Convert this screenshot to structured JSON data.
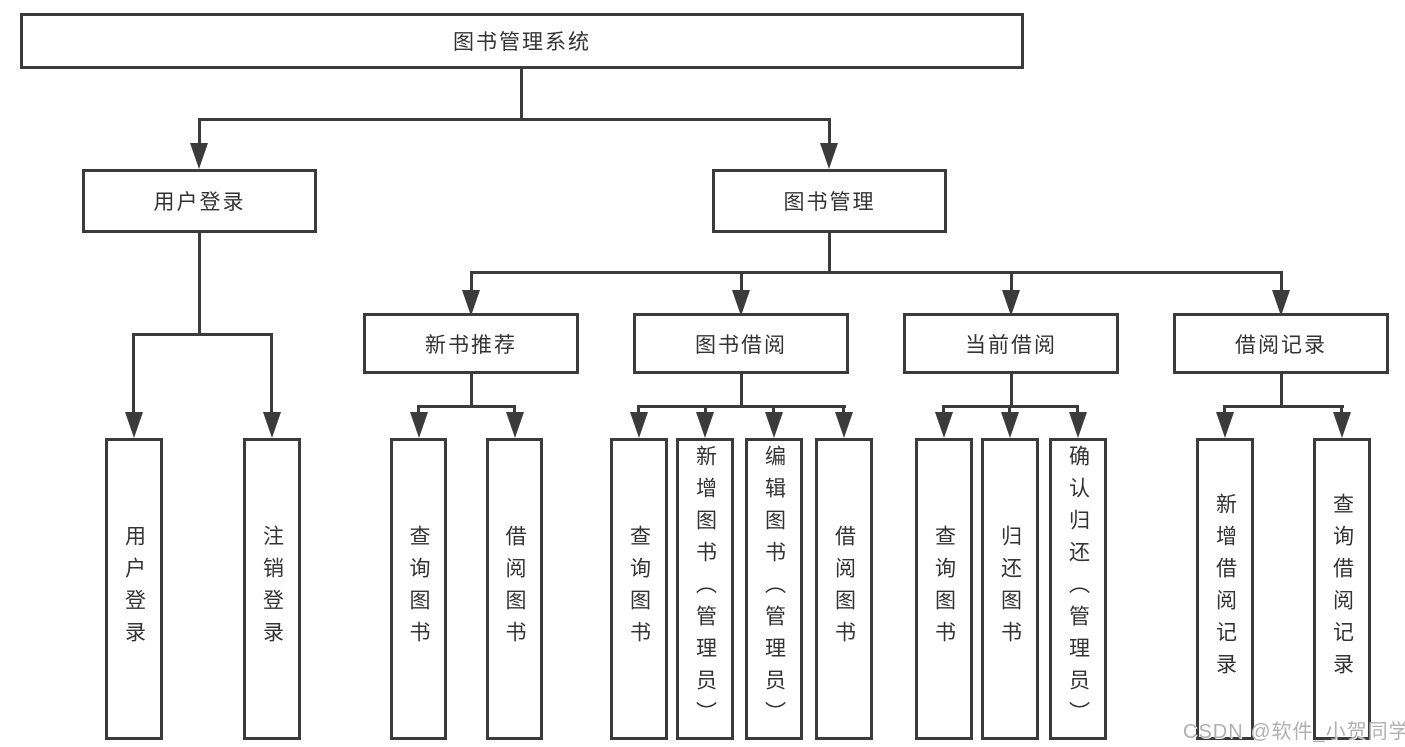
{
  "colors": {
    "line": "#3b3b3b",
    "text": "#333333",
    "background": "#ffffff",
    "watermark": "#b0b0b0"
  },
  "watermark": {
    "text": "CSDN @软件_小贺同学"
  },
  "tree": {
    "label": "图书管理系统",
    "children": [
      {
        "label": "用户登录",
        "children": [
          {
            "label": "用户登录"
          },
          {
            "label": "注销登录"
          }
        ]
      },
      {
        "label": "图书管理",
        "children": [
          {
            "label": "新书推荐",
            "children": [
              {
                "label": "查询图书"
              },
              {
                "label": "借阅图书"
              }
            ]
          },
          {
            "label": "图书借阅",
            "children": [
              {
                "label": "查询图书"
              },
              {
                "label": "新增图书（管理员）"
              },
              {
                "label": "编辑图书（管理员）"
              },
              {
                "label": "借阅图书"
              }
            ]
          },
          {
            "label": "当前借阅",
            "children": [
              {
                "label": "查询图书"
              },
              {
                "label": "归还图书"
              },
              {
                "label": "确认归还（管理员）"
              }
            ]
          },
          {
            "label": "借阅记录",
            "children": [
              {
                "label": "新增借阅记录"
              },
              {
                "label": "查询借阅记录"
              }
            ]
          }
        ]
      }
    ]
  }
}
